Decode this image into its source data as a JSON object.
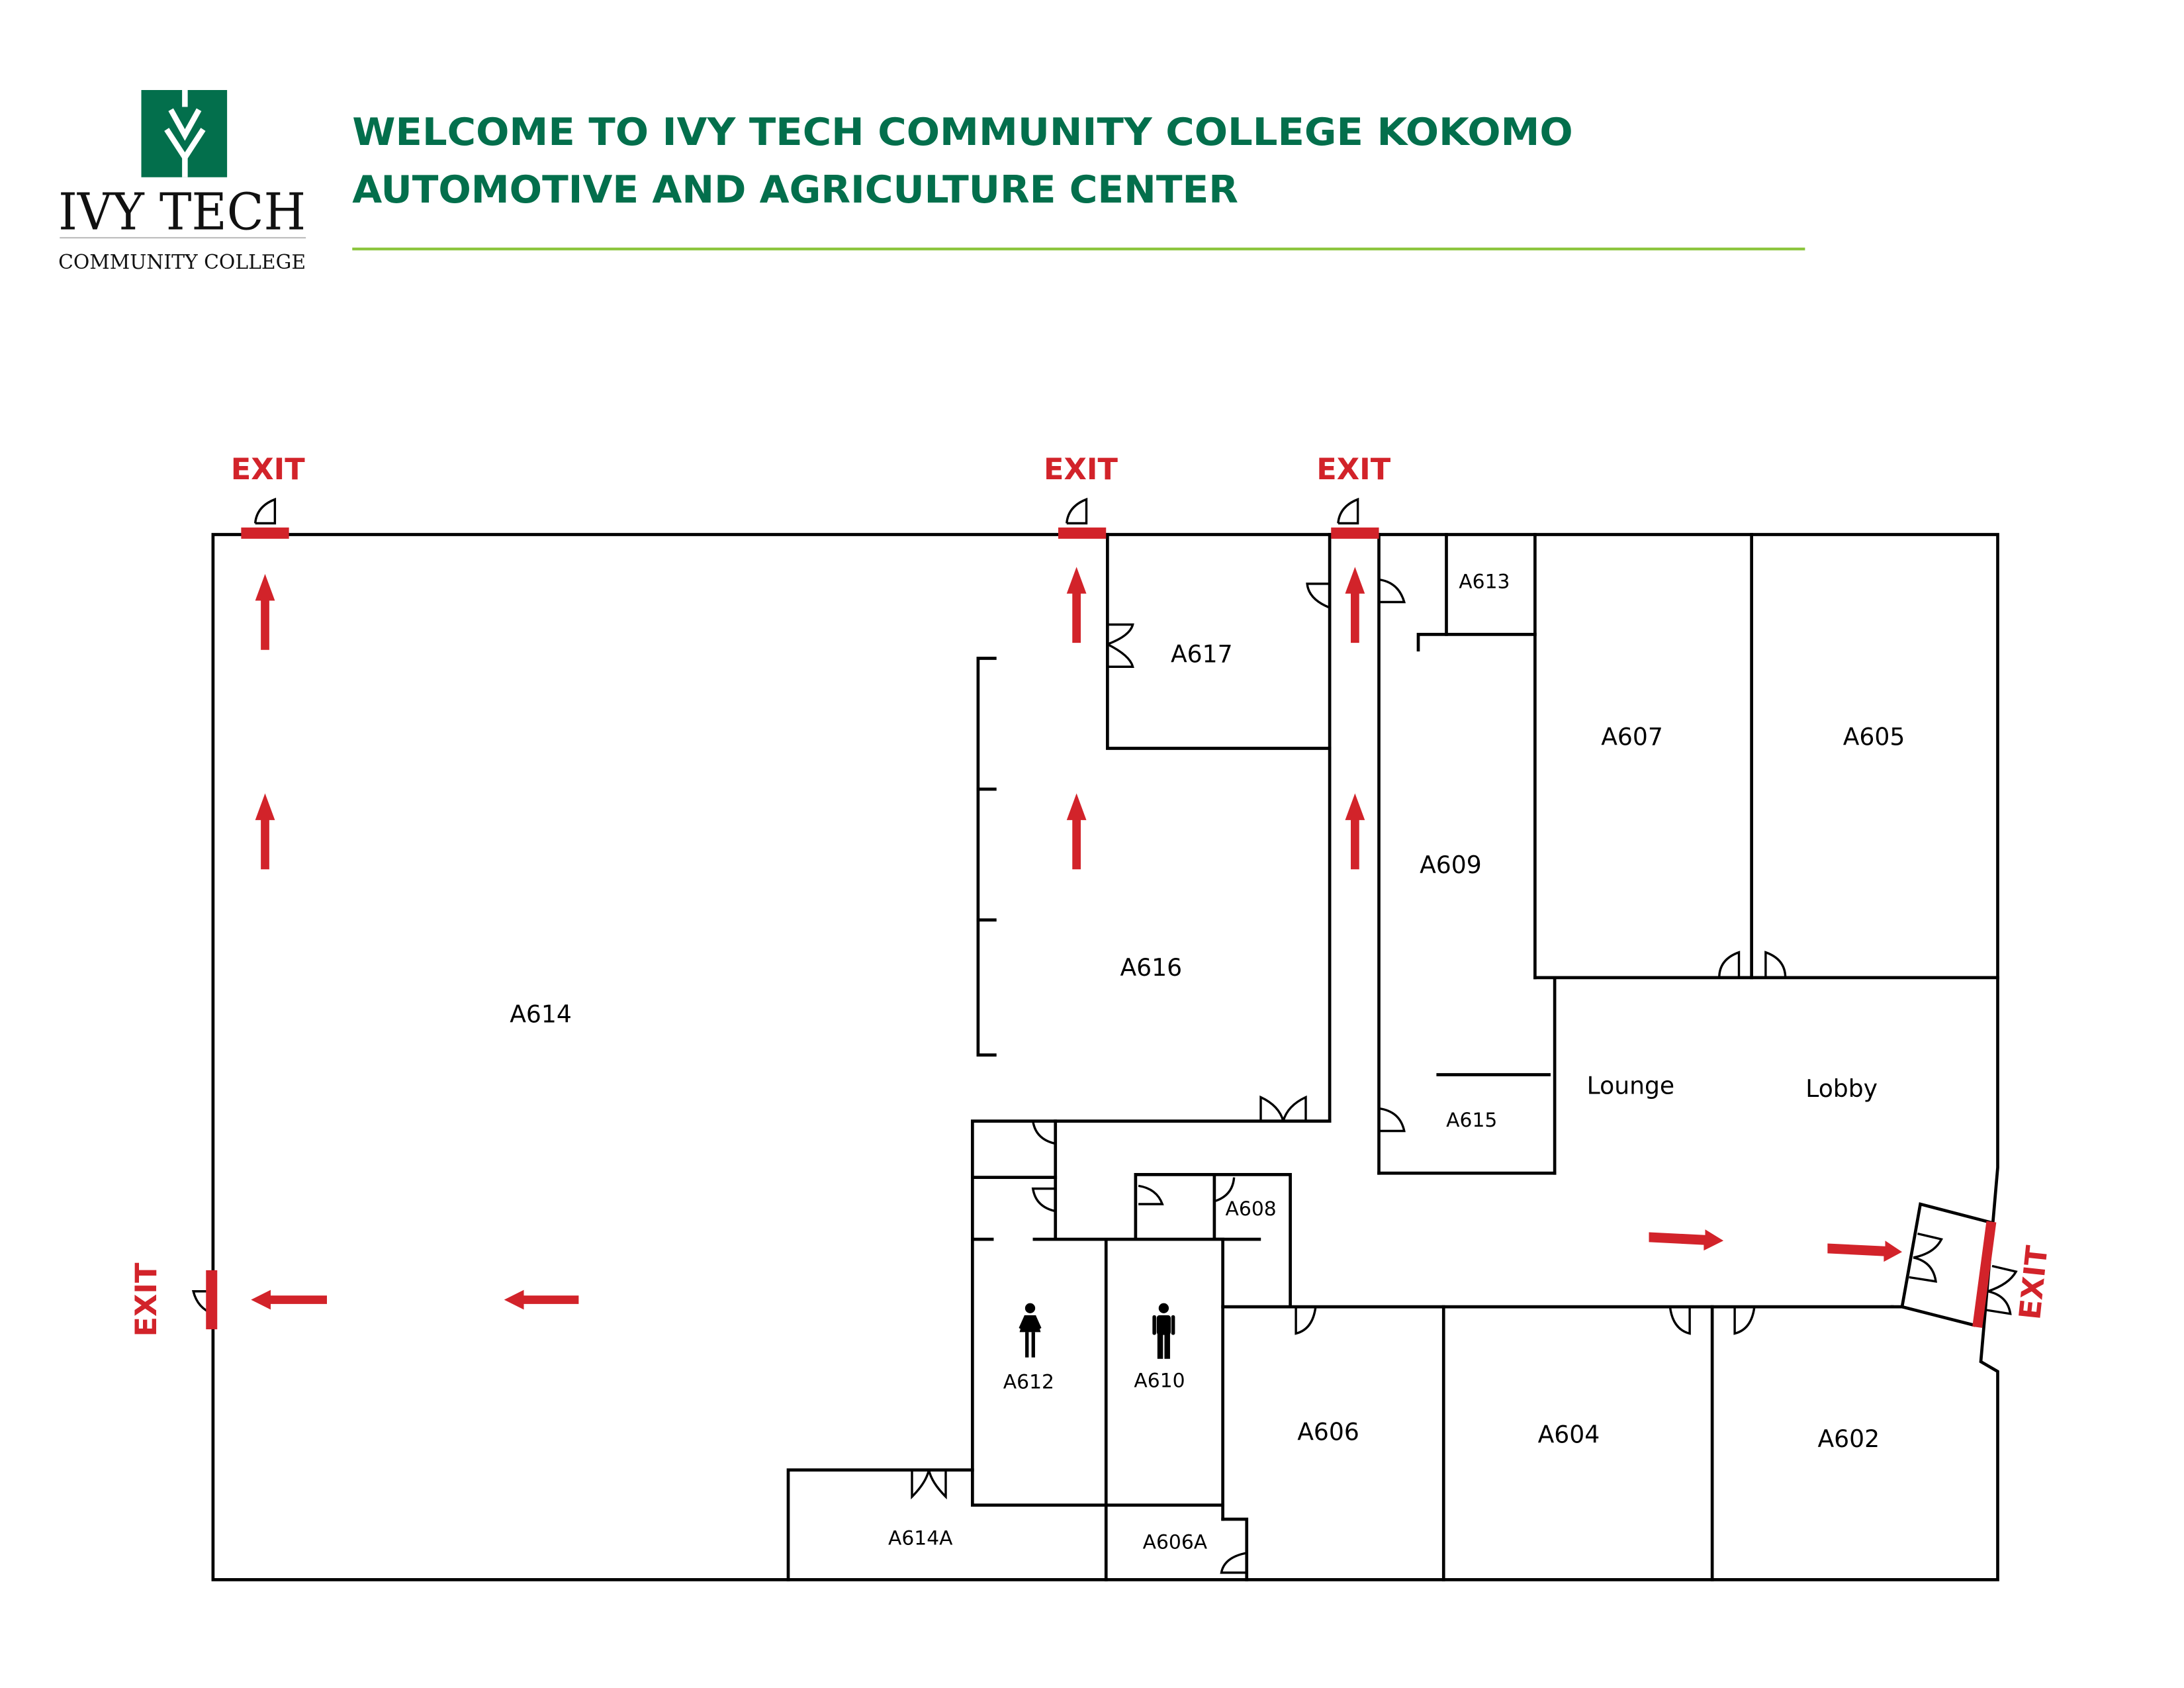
{
  "header": {
    "logo": {
      "name": "IVY TECH",
      "subtitle": "COMMUNITY COLLEGE",
      "icon": "ivy-leaf-logo-icon",
      "color": "#036f4c"
    },
    "title_line1": "WELCOME TO IVY TECH COMMUNITY COLLEGE KOKOMO",
    "title_line2": "AUTOMOTIVE AND AGRICULTURE CENTER",
    "title_color": "#036f4c",
    "rule_color": "#8dc63f"
  },
  "map": {
    "exit_color": "#d2232a",
    "exit_label": "EXIT",
    "exits": [
      "EXIT",
      "EXIT",
      "EXIT",
      "EXIT",
      "EXIT"
    ],
    "rooms": {
      "a614": "A614",
      "a614a": "A614A",
      "a616": "A616",
      "a617": "A617",
      "a613": "A613",
      "a609": "A609",
      "a615": "A615",
      "a607": "A607",
      "a605": "A605",
      "lounge": "Lounge",
      "lobby": "Lobby",
      "a608": "A608",
      "a612": "A612",
      "a610": "A610",
      "a606": "A606",
      "a606a": "A606A",
      "a604": "A604",
      "a602": "A602"
    },
    "restrooms": {
      "women_icon": "woman-restroom-icon",
      "men_icon": "man-restroom-icon"
    }
  }
}
